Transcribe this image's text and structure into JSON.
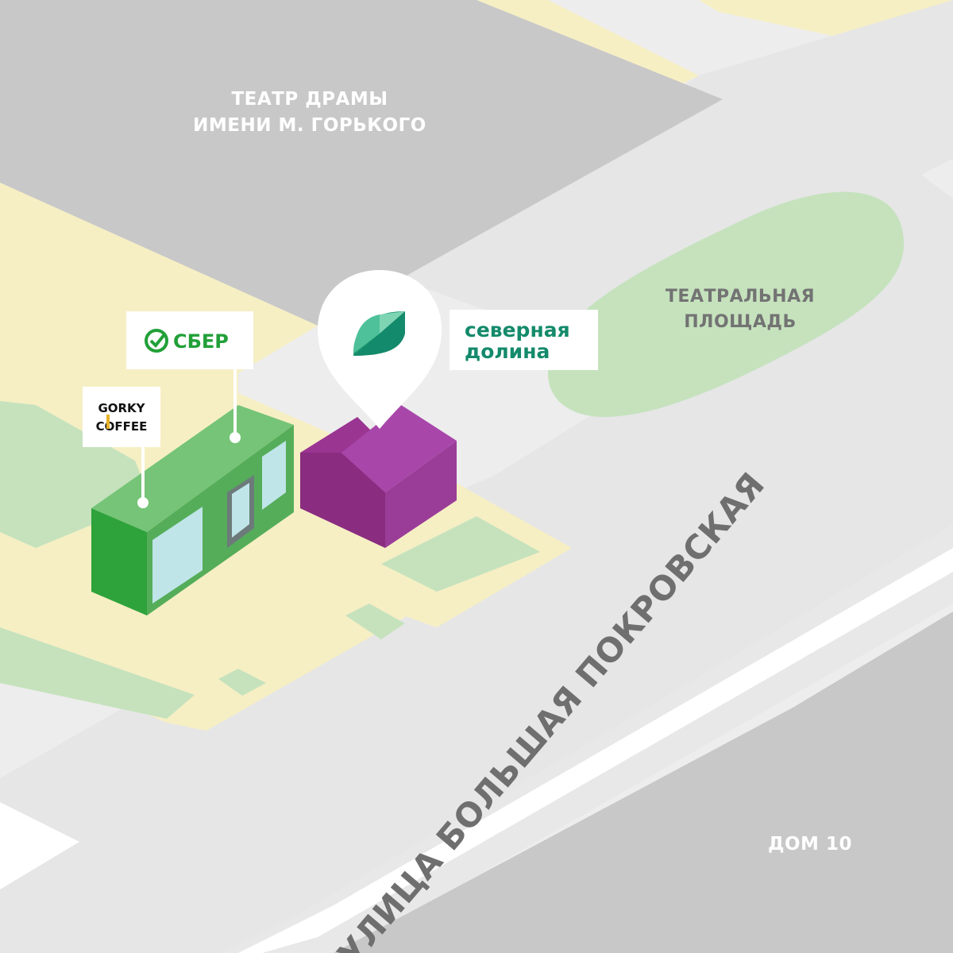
{
  "map": {
    "theatre": {
      "line1": "ТЕАТР ДРАМЫ",
      "line2": "ИМЕНИ М. ГОРЬКОГО"
    },
    "square": {
      "line1": "ТЕАТРАЛЬНАЯ",
      "line2": "ПЛОЩАДЬ"
    },
    "street": "УЛИЦА БОЛЬШАЯ ПОКРОВСКАЯ",
    "house": "ДОМ 10",
    "brands": {
      "sber": "СБЕР",
      "coffee_line1": "GORKY",
      "coffee_line2": "COFFEE",
      "severnaya_line1": "северная",
      "severnaya_line2": "долина"
    },
    "icons": {
      "pin": "location-pin-icon",
      "leaf": "leaf-logo-icon",
      "sber": "sber-logo-icon"
    },
    "colors": {
      "background": "#ededed",
      "building_grey": "#c8c8c8",
      "sand": "#f6efc4",
      "park_green": "#c5e2bd",
      "kiosk_green": "#4eb053",
      "kiosk_dark": "#2d9a3a",
      "house_purple": "#a143a3",
      "house_dark": "#8a2c80",
      "brand_green": "#138a6b",
      "text_grey": "#737373"
    }
  }
}
